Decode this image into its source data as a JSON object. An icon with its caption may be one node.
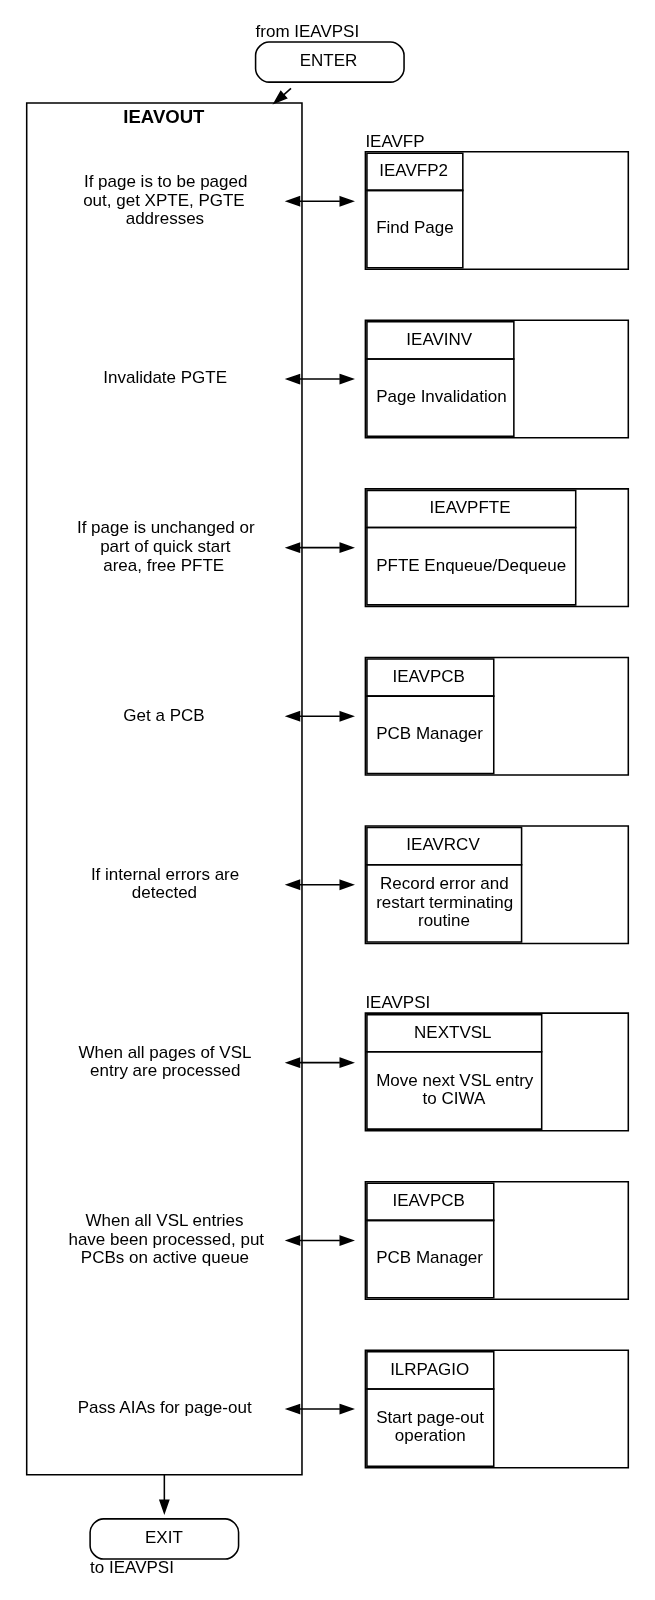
{
  "diagram": {
    "nodes": [
      {
        "text": [
          "ENTER"
        ],
        "beside": [
          "from IEAVPSI"
        ]
      },
      {
        "text": [
          "IEAVOUT"
        ]
      },
      {
        "text": [
          "If page is to be paged out, get XPTE, PGTE addresses"
        ],
        "in": 1
      },
      {
        "text": [
          "IEAVFP2",
          "Find Page"
        ],
        "beside": [
          "IEAVFP"
        ]
      },
      {
        "text": [
          "Invalidate PGTE"
        ],
        "in": 1
      },
      {
        "text": [
          "IEAVINV",
          "Page Invalidation"
        ]
      },
      {
        "text": [
          "If page is unchanged or part of quick start area, free PFTE"
        ],
        "in": 1
      },
      {
        "text": [
          "IEAVPFTE",
          "PFTE Enqueue/Dequeue"
        ]
      },
      {
        "text": [
          "Get a PCB"
        ],
        "in": 1
      },
      {
        "text": [
          "IEAVPCB",
          "PCB Manager"
        ]
      },
      {
        "text": [
          "If internal errors are detected"
        ],
        "in": 1
      },
      {
        "text": [
          "IEAVRCV",
          "Record error and restart terminating routine"
        ]
      },
      {
        "text": [
          "When all pages of VSL entry are processed"
        ],
        "in": 1
      },
      {
        "text": [
          "NEXTVSL",
          "Move next VSL entry to CIWA"
        ],
        "beside": [
          "IEAVPSI"
        ]
      },
      {
        "text": [
          "When all VSL entries have been processed, put PCBs on active queue"
        ],
        "in": 1
      },
      {
        "text": [
          "IEAVPCB",
          "PCB Manager"
        ]
      },
      {
        "text": [
          "Pass AIAs for page-out"
        ],
        "in": 1
      },
      {
        "text": [
          "ILRPAGIO",
          "Start page-out operation"
        ]
      },
      {
        "text": [
          "EXIT"
        ],
        "beside": [
          "to IEAVPSI"
        ]
      }
    ],
    "edges": [
      {
        "from": 0,
        "to": 1,
        "arrow": "to"
      },
      {
        "from": 2,
        "to": 3,
        "arrow": "both"
      },
      {
        "from": 4,
        "to": 5,
        "arrow": "both"
      },
      {
        "from": 6,
        "to": 7,
        "arrow": "both"
      },
      {
        "from": 8,
        "to": 9,
        "arrow": "both"
      },
      {
        "from": 10,
        "to": 11,
        "arrow": "both"
      },
      {
        "from": 12,
        "to": 13,
        "arrow": "both"
      },
      {
        "from": 14,
        "to": 15,
        "arrow": "both"
      },
      {
        "from": 16,
        "to": 17,
        "arrow": "both"
      },
      {
        "from": 1,
        "to": 18,
        "arrow": "to"
      }
    ]
  }
}
